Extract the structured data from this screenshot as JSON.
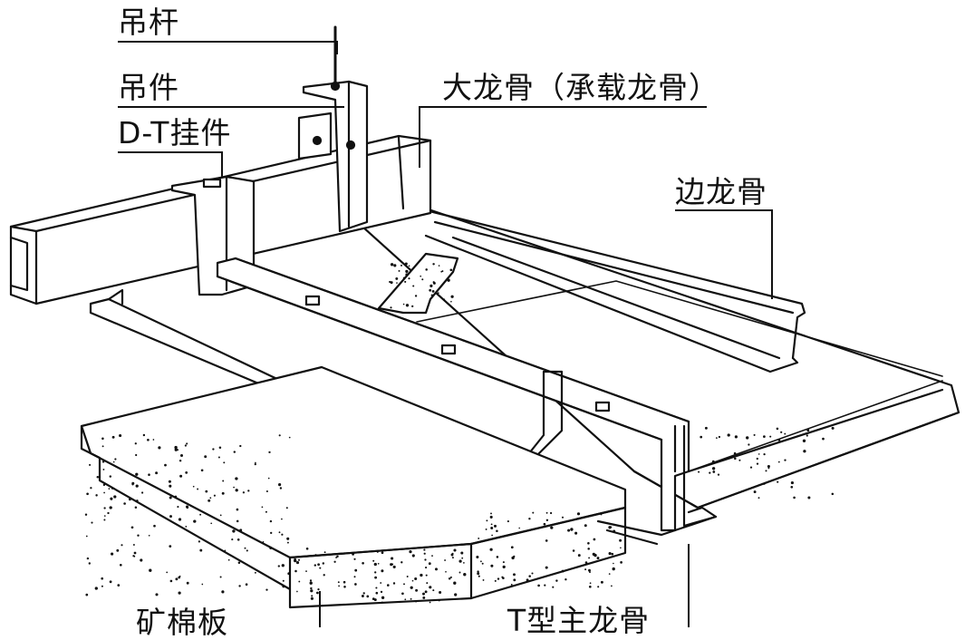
{
  "labels": {
    "rod": "吊杆",
    "hanger": "吊件",
    "dt_clip": "D-T挂件",
    "main_runner": "大龙骨（承载龙骨）",
    "edge_runner": "边龙骨",
    "mineral_board": "矿棉板",
    "t_main": "T型主龙骨"
  }
}
